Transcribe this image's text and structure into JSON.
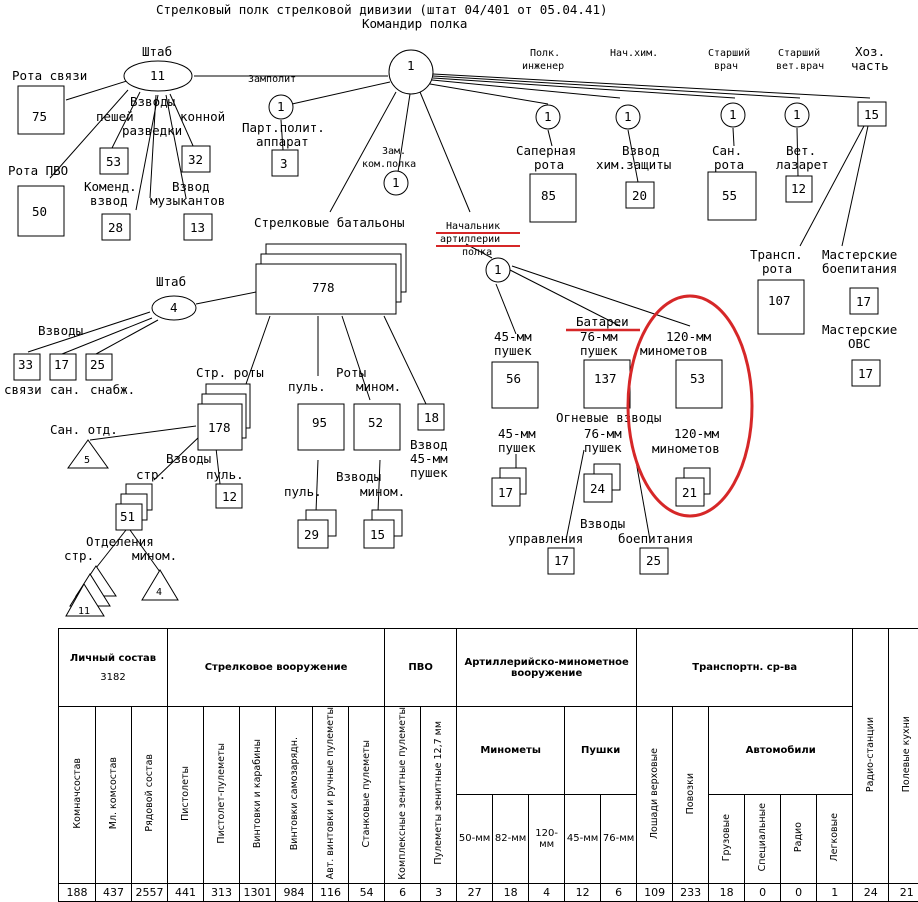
{
  "header": {
    "title": "Стрелковый полк стрелковой дивизии (штат 04/401 от 05.04.41)",
    "subtitle": "Командир полка"
  },
  "nodes": {
    "commander": "1",
    "staff_label": "Штаб",
    "staff": "11",
    "zampolit": "Замполит",
    "zampolit_n": "1",
    "partpolit_1": "Парт.полит.",
    "partpolit_2": "аппарат",
    "partpolit_n": "3",
    "dep_1": "Зам.",
    "dep_2": "ком.полка",
    "dep_n": "1",
    "engineer_1": "Полк.",
    "engineer_2": "инженер",
    "engineer_n": "1",
    "chem": "Нач.хим.",
    "chem_n": "1",
    "doctor_1": "Старший",
    "doctor_2": "врач",
    "doctor_n": "1",
    "vet_1": "Старший",
    "vet_2": "вет.врач",
    "vet_n": "1",
    "supply_1": "Хоз.",
    "supply_2": "часть",
    "supply_n": "15",
    "signal": "Рота связи",
    "signal_n": "75",
    "aa": "Рота ПВО",
    "aa_n": "50",
    "recon_1": "Взводы",
    "recon_2": "пешей",
    "recon_3": "конной",
    "recon_4": "разведки",
    "recon_foot_n": "53",
    "recon_horse_n": "32",
    "hq_1": "Коменд.",
    "hq_2": "взвод",
    "hq_n": "28",
    "band_1": "Взвод",
    "band_2": "музыкантов",
    "band_n": "13",
    "sapper_1": "Саперная",
    "sapper_2": "рота",
    "sapper_n": "85",
    "chemplt_1": "Взвод",
    "chemplt_2": "хим.защиты",
    "chemplt_n": "20",
    "med_1": "Сан.",
    "med_2": "рота",
    "med_n": "55",
    "vetinf_1": "Вет.",
    "vetinf_2": "лазарет",
    "vetinf_n": "12",
    "trans_1": "Трансп.",
    "trans_2": "рота",
    "trans_n": "107",
    "ammo_1": "Мастерские",
    "ammo_2": "боепитания",
    "ammo_n": "17",
    "ovs_1": "Мастерские",
    "ovs_2": "ОВС",
    "ovs_n": "17",
    "rifle_bns": "Стрелковые батальоны",
    "bns_n": "778",
    "art_1": "Начальник",
    "art_2": "артиллерии",
    "art_3": "полка",
    "art_n": "1",
    "bn_staff_label": "Штаб",
    "bn_staff": "4",
    "platoons": "Взводы",
    "sig_n": "33",
    "sig_l": "связи",
    "san_n": "17",
    "san_l": "сан.",
    "snab_n": "25",
    "snab_l": "снабж.",
    "rcos": "Стр. роты",
    "rco_n": "178",
    "roty": "Роты",
    "pul": "пуль.",
    "minom": "мином.",
    "mg_co_n": "95",
    "mort_co_n": "52",
    "gun45_1": "Взвод",
    "gun45_2": "45-мм",
    "gun45_3": "пушек",
    "gun45_n": "18",
    "sanotd": "Сан. отд.",
    "sanotd_n": "5",
    "str": "стр.",
    "pul2": "пуль.",
    "plt_n": "12",
    "rplt_n": "51",
    "vzvody2": "Взводы",
    "mg_plt_n": "29",
    "mort_plt_n": "15",
    "mg_pl": "пуль.",
    "mort_pl": "мином.",
    "sections": "Отделения",
    "sec_str": "стр.",
    "sec_min": "мином.",
    "sec_str_n": "11",
    "sec_min_n": "4",
    "batteries": "Батареи",
    "g45_1": "45-мм",
    "g45_2": "пушек",
    "g45_n": "56",
    "g76_1": "76-мм",
    "g76_2": "пушек",
    "g76_n": "137",
    "m120_1": "120-мм",
    "m120_2": "минометов",
    "m120_n": "53",
    "fire_pl": "Огневые взводы",
    "fp45_1": "45-мм",
    "fp45_2": "пушек",
    "fp45_n": "17",
    "fp76_1": "76-мм",
    "fp76_2": "пушек",
    "fp76_n": "24",
    "fp120_1": "120-мм",
    "fp120_2": "минометов",
    "fp120_n": "21",
    "ctrl_vz": "Взводы",
    "ctrl": "управления",
    "ctrl_n": "17",
    "boep": "боепитания",
    "boep_n": "25"
  },
  "highlight_color": "#d62728",
  "table": {
    "personnel": "Личный состав",
    "personnel_total": "3182",
    "small_arms": "Стрелковое вооружение",
    "aa": "ПВО",
    "artillery": "Артиллерийско-минометное вооружение",
    "transport": "Транспортн. ср-ва",
    "mortars": "Минометы",
    "guns": "Пушки",
    "vehicles": "Автомобили",
    "col_cmd": "Комначсостав",
    "col_jr": "Мл. комсостав",
    "col_ranks": "Рядовой состав",
    "col_pistols": "Пистолеты",
    "col_smg": "Пистолет-пулеметы",
    "col_rifles": "Винтовки и карабины",
    "col_selfload": "Винтовки самозарядн.",
    "col_auto": "Авт. винтовки и ручные пулеметы",
    "col_hmg": "Станковые пулеметы",
    "col_aa_quad": "Комплексные зенитные пулеметы",
    "col_aa_hmg": "Пулеметы зенитные 12,7 мм",
    "col_m50": "50-мм",
    "col_m82": "82-мм",
    "col_m120": "120-мм",
    "col_g45": "45-мм",
    "col_g76": "76-мм",
    "col_horses": "Лошади верховые",
    "col_carts": "Повозки",
    "col_trucks": "Грузовые",
    "col_special": "Специальные",
    "col_radio": "Радио",
    "col_cars": "Легковые",
    "col_radiost": "Радио-станции",
    "col_kitchens": "Полевые кухни",
    "values": [
      "188",
      "437",
      "2557",
      "441",
      "313",
      "1301",
      "984",
      "116",
      "54",
      "6",
      "3",
      "27",
      "18",
      "4",
      "12",
      "6",
      "109",
      "233",
      "18",
      "0",
      "0",
      "1",
      "24",
      "21"
    ]
  }
}
